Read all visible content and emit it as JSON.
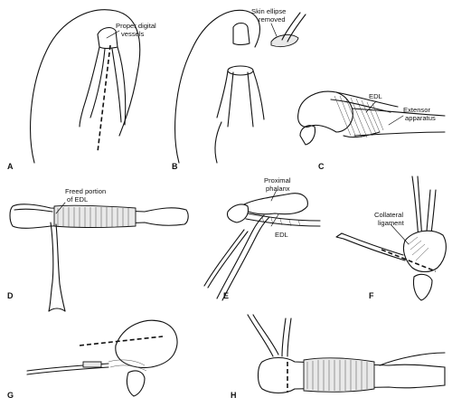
{
  "figure": {
    "panels": [
      {
        "letter": "A",
        "labels": [
          "Proper digital vessels"
        ]
      },
      {
        "letter": "B",
        "labels": [
          "Skin ellipse removed"
        ]
      },
      {
        "letter": "C",
        "labels": [
          "EDL",
          "Extensor apparatus"
        ]
      },
      {
        "letter": "D",
        "labels": [
          "Freed portion of EDL"
        ]
      },
      {
        "letter": "E",
        "labels": [
          "Proximal phalanx",
          "EDL"
        ]
      },
      {
        "letter": "F",
        "labels": [
          "Collateral ligament"
        ]
      },
      {
        "letter": "G",
        "labels": []
      },
      {
        "letter": "H",
        "labels": []
      }
    ],
    "text": {
      "a_letter": "A",
      "a_label_1": "Proper digital",
      "a_label_2": "vessels",
      "b_letter": "B",
      "b_label_1": "Skin ellipse",
      "b_label_2": "removed",
      "c_letter": "C",
      "c_label_edl": "EDL",
      "c_label_ext_1": "Extensor",
      "c_label_ext_2": "apparatus",
      "d_letter": "D",
      "d_label_1": "Freed portion",
      "d_label_2": "of EDL",
      "e_letter": "E",
      "e_label_prox_1": "Proximal",
      "e_label_prox_2": "phalanx",
      "e_label_edl": "EDL",
      "f_letter": "F",
      "f_label_1": "Collateral",
      "f_label_2": "ligament",
      "g_letter": "G",
      "h_letter": "H"
    }
  }
}
